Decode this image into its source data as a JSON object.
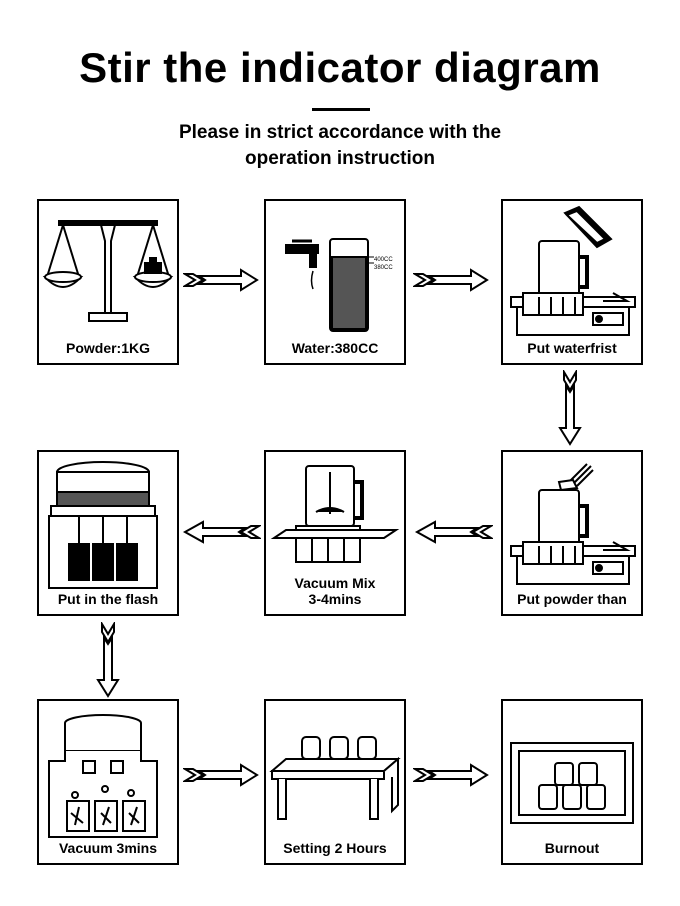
{
  "title": "Stir the indicator diagram",
  "subtitle": [
    "Please in strict accordance with the",
    "operation instruction"
  ],
  "steps": [
    {
      "label": "Powder:1KG"
    },
    {
      "label": "Water:380CC",
      "scale_marks": [
        "400CC",
        "380CC"
      ]
    },
    {
      "label": "Put waterfrist"
    },
    {
      "label": "Put powder than"
    },
    {
      "label": "Vacuum Mix",
      "label2": "3-4mins"
    },
    {
      "label": "Put in the flash"
    },
    {
      "label": "Vacuum 3mins"
    },
    {
      "label": "Setting 2 Hours"
    },
    {
      "label": "Burnout"
    }
  ],
  "colors": {
    "ink": "#000000",
    "background": "#ffffff",
    "shade": "#555555"
  }
}
